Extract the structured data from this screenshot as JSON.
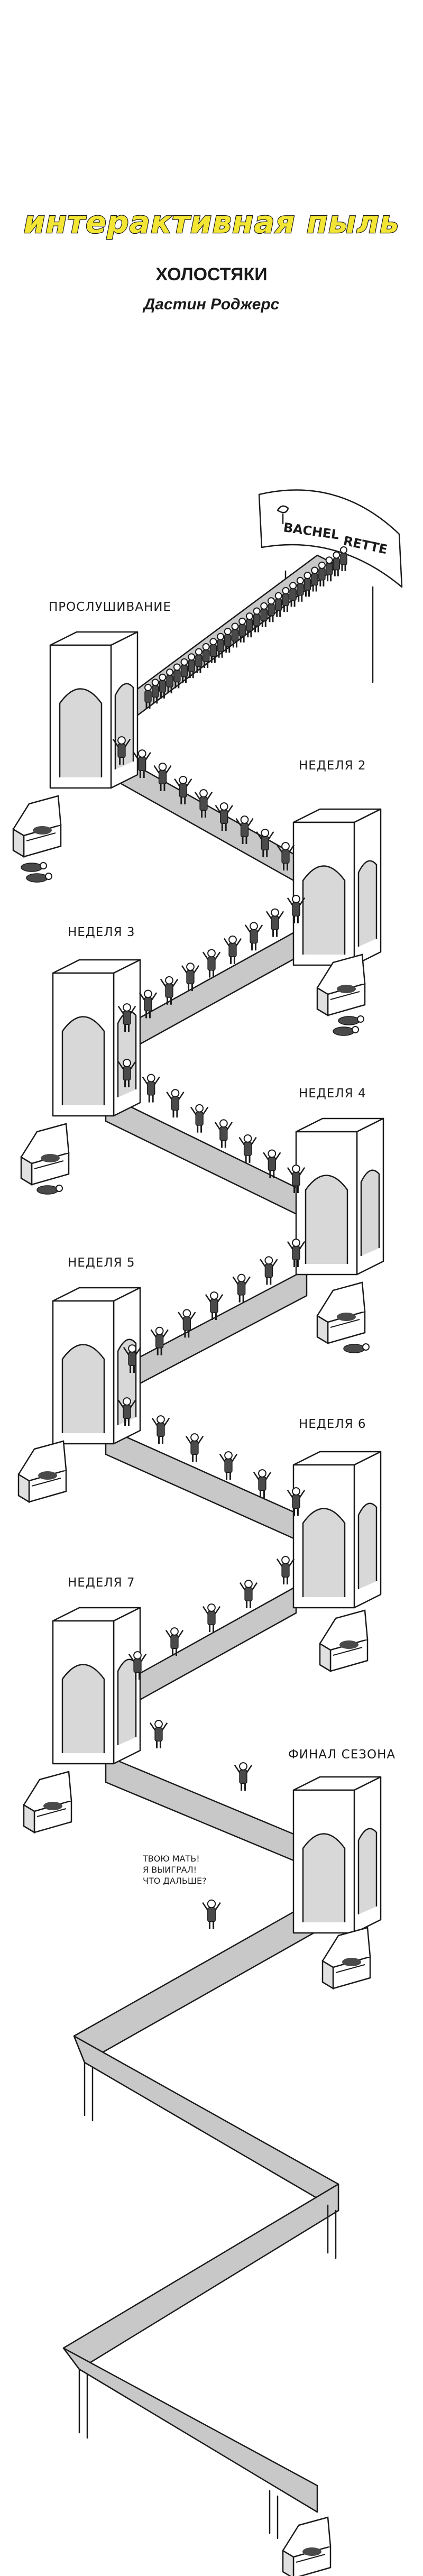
{
  "header": {
    "title": "интерактивная пыль",
    "subtitle": "ХОЛОСТЯКИ",
    "author": "Дастин Роджерс"
  },
  "sign": {
    "line1": "BACHEL",
    "line2": "RETTE",
    "logo_icon": "rose-icon"
  },
  "labels": {
    "audition": "ПРОСЛУШИВАНИЕ",
    "week2": "НЕДЕЛЯ 2",
    "week3": "НЕДЕЛЯ 3",
    "week4": "НЕДЕЛЯ 4",
    "week5": "НЕДЕЛЯ 5",
    "week6": "НЕДЕЛЯ 6",
    "week7": "НЕДЕЛЯ 7",
    "final": "ФИНАЛ СЕЗОНА"
  },
  "speech": {
    "line1": "ТВОЮ МАТЬ!",
    "line2": "Я ВЫИГРАЛ!",
    "line3": "ЧТО ДАЛЬШЕ?"
  },
  "colors": {
    "title_fill": "#f2e534",
    "conveyor": "#c8c8c8",
    "tower": "#ffffff",
    "figure": "#4a4a4a",
    "ink": "#1a1a1a"
  }
}
